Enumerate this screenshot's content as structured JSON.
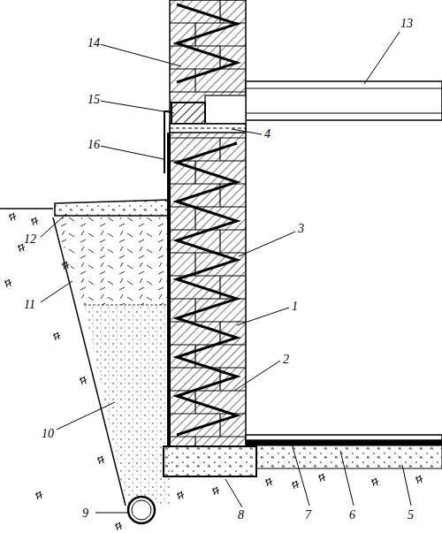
{
  "diagram": {
    "labels": [
      "14",
      "13",
      "15",
      "16",
      "4",
      "3",
      "12",
      "11",
      "1",
      "2",
      "10",
      "9",
      "8",
      "7",
      "6",
      "5"
    ]
  }
}
